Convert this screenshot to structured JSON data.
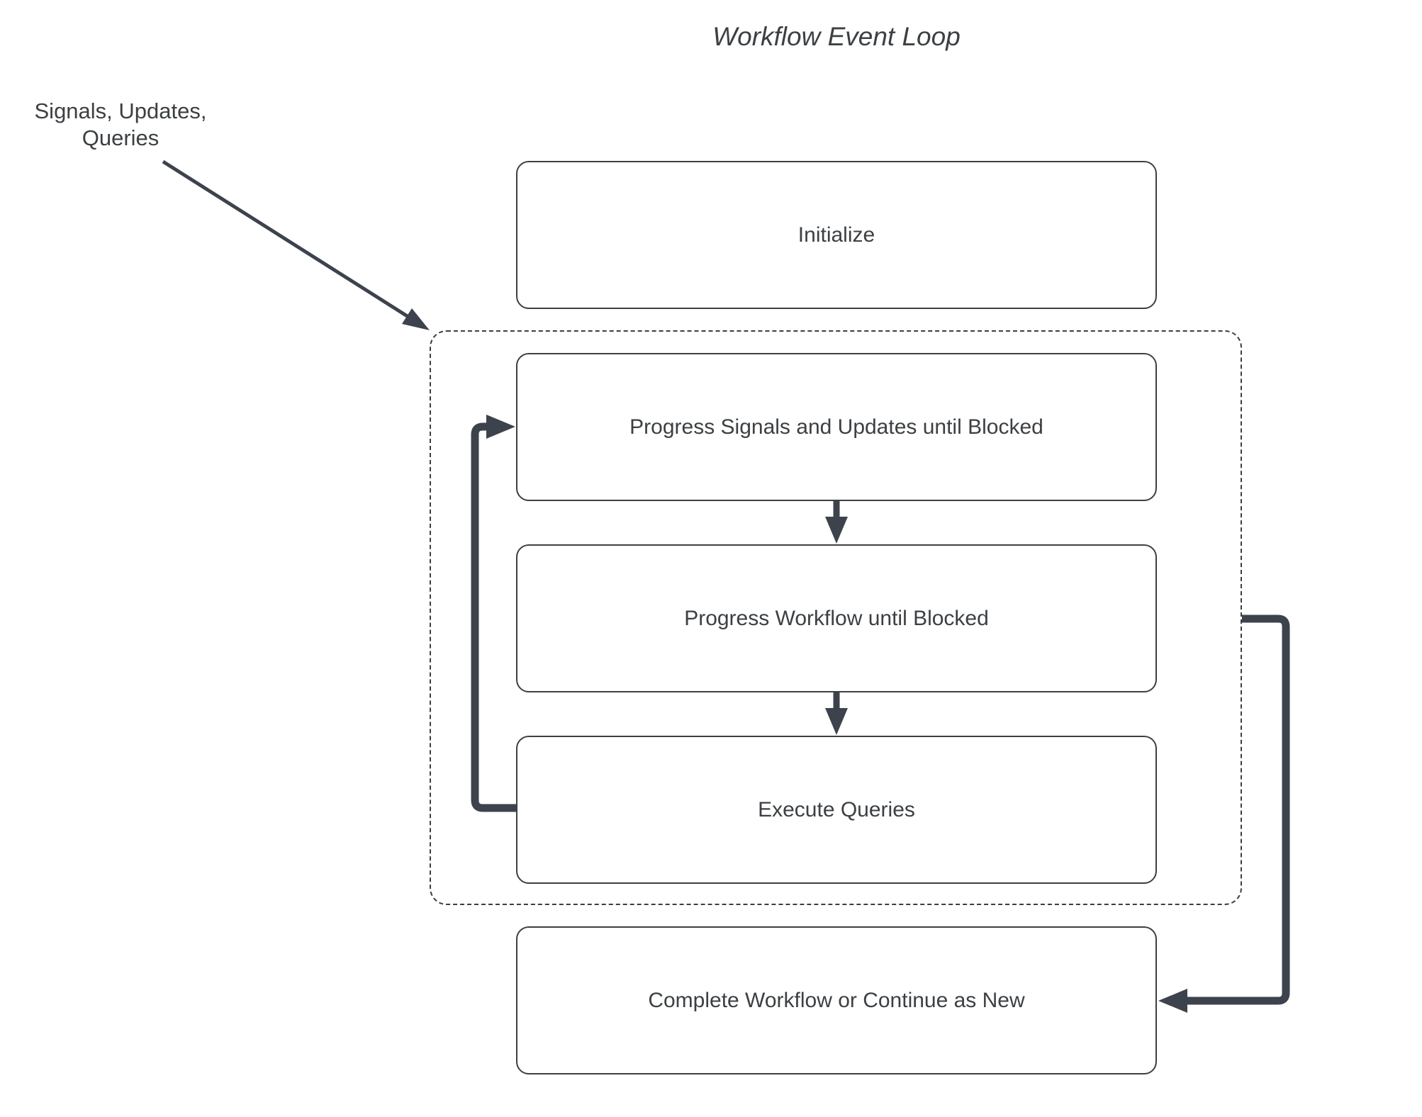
{
  "title": "Workflow Event Loop",
  "annotation": {
    "label": "Signals, Updates,\nQueries"
  },
  "nodes": [
    {
      "id": "initialize",
      "label": "Initialize"
    },
    {
      "id": "progress-signals",
      "label": "Progress Signals and Updates until Blocked"
    },
    {
      "id": "progress-workflow",
      "label": "Progress Workflow until Blocked"
    },
    {
      "id": "execute-queries",
      "label": "Execute Queries"
    },
    {
      "id": "complete",
      "label": "Complete Workflow or Continue as New"
    }
  ],
  "connectors": [
    {
      "id": "signals-arrow",
      "from": "signals-updates-queries-label",
      "to": "event-loop-group"
    },
    {
      "id": "down-arrow-1",
      "from": "progress-signals",
      "to": "progress-workflow"
    },
    {
      "id": "down-arrow-2",
      "from": "progress-workflow",
      "to": "execute-queries"
    },
    {
      "id": "query-loop-arrow",
      "from": "execute-queries",
      "to": "progress-signals"
    },
    {
      "id": "continue-arrow",
      "from": "event-loop-group",
      "to": "complete"
    }
  ],
  "colors": {
    "background": "#ffffff",
    "connector": "#3d434d",
    "box_border": "#3c3f44",
    "dashed_border": "#3a3e45",
    "text": "#3c4043"
  }
}
